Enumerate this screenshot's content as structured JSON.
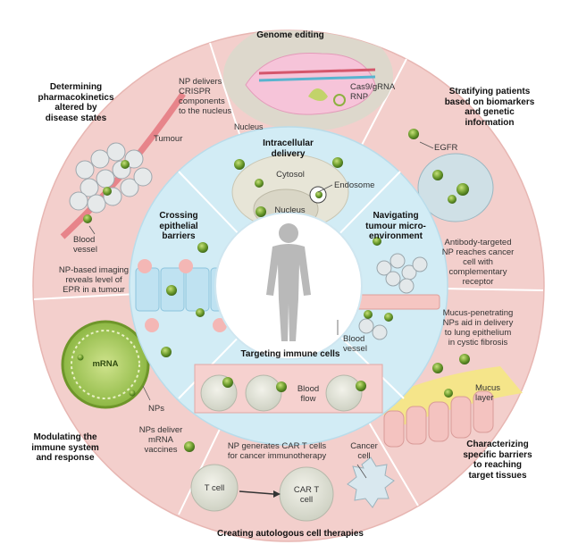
{
  "outer": {
    "genome_editing": "Genome editing",
    "stratifying": "Stratifying patients\nbased on biomarkers\nand genetic\ninformation",
    "characterizing": "Characterizing\nspecific barriers\nto reaching\ntarget tissues",
    "creating": "Creating autologous cell therapies",
    "modulating": "Modulating the\nimmune system\nand response",
    "pharmacokinetics": "Determining\npharmacokinetics\naltered by\ndisease states"
  },
  "inner": {
    "intracellular": "Intracellular\ndelivery",
    "navigating": "Navigating\ntumour micro-\nenvironment",
    "targeting": "Targeting immune cells",
    "crossing": "Crossing\nepithelial\nbarriers"
  },
  "labels": {
    "np_crispr": "NP delivers\nCRISPR\ncomponents\nto the nucleus",
    "cas9": "Cas9/gRNA\nRNP",
    "nucleus_outer": "Nucleus",
    "egfr": "EGFR",
    "antibody": "Antibody-targeted\nNP reaches cancer\ncell with\ncomplementary\nreceptor",
    "mucus_np": "Mucus-penetrating\nNPs aid in delivery\nto lung epithelium\nin cystic fibrosis",
    "mucus_layer": "Mucus\nlayer",
    "cancer_cell": "Cancer\ncell",
    "car_t_text": "NP generates CAR T cells\nfor cancer immunotherapy",
    "t_cell": "T cell",
    "car_t_cell": "CAR T\ncell",
    "np_mrna": "NPs deliver\nmRNA\nvaccines",
    "nps": "NPs",
    "mrna": "mRNA",
    "np_imaging": "NP-based imaging\nreveals level of\nEPR in a tumour",
    "blood_vessel_left": "Blood\nvessel",
    "tumour": "Tumour",
    "cytosol": "Cytosol",
    "endosome": "Endosome",
    "nucleus_inner": "Nucleus",
    "blood_vessel_right": "Blood\nvessel",
    "blood_flow": "Blood\nflow"
  },
  "colors": {
    "outer_ring": "#f3cfcc",
    "inner_ring": "#d2ecf5",
    "center": "#ffffff",
    "np_green": "#7aa83a",
    "human": "#b9b9b9"
  }
}
